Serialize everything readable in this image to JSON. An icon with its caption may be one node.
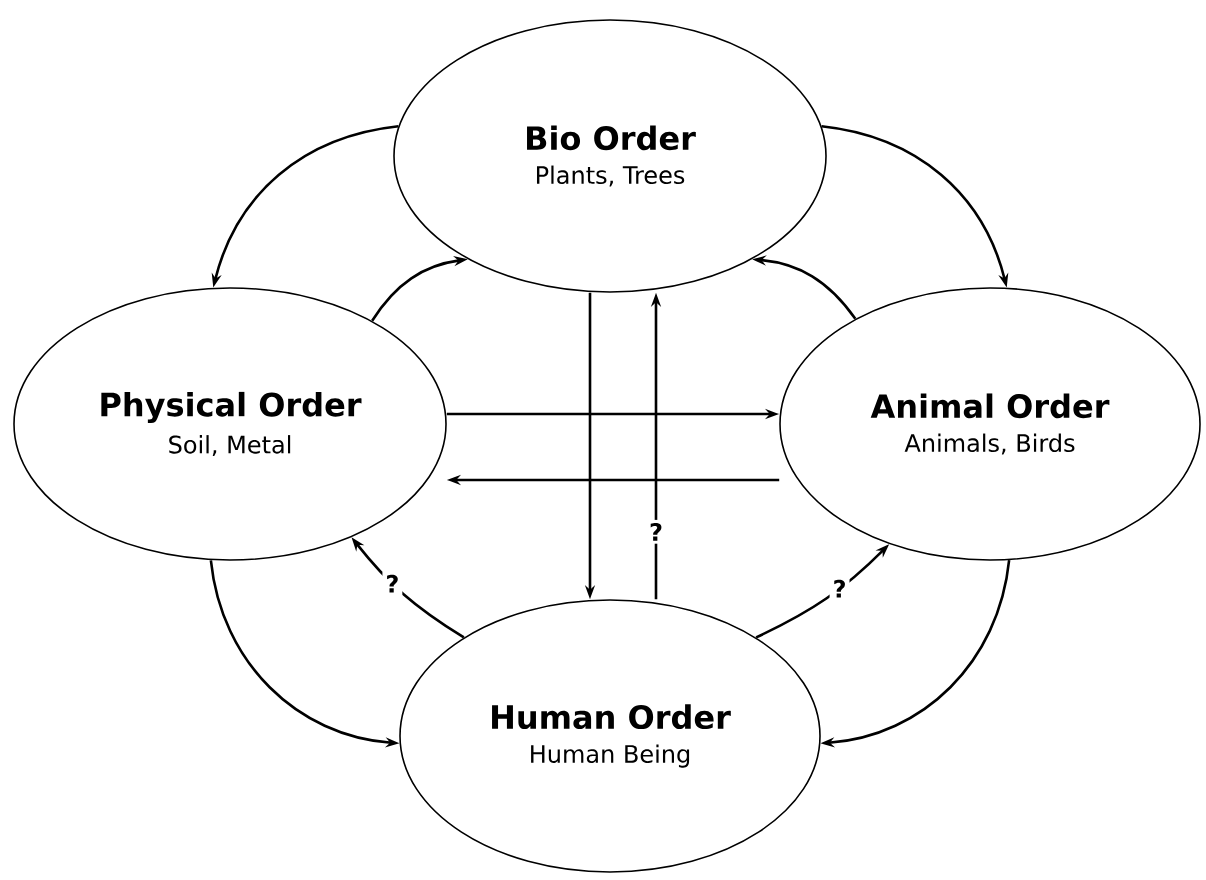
{
  "diagram": {
    "nodes": [
      {
        "text": [
          "Bio Order",
          "Plants, Trees"
        ]
      },
      {
        "text": [
          "Physical Order",
          "Soil, Metal"
        ]
      },
      {
        "text": [
          "Animal Order",
          "Animals, Birds"
        ]
      },
      {
        "text": [
          "Human Order",
          "Human Being"
        ]
      }
    ],
    "edges": [
      {
        "from": 0,
        "to": 1,
        "arrow": "to"
      },
      {
        "from": 1,
        "to": 0,
        "arrow": "to"
      },
      {
        "from": 0,
        "to": 2,
        "arrow": "to"
      },
      {
        "from": 2,
        "to": 0,
        "arrow": "to"
      },
      {
        "from": 1,
        "to": 2,
        "arrow": "to"
      },
      {
        "from": 2,
        "to": 1,
        "arrow": "to"
      },
      {
        "from": 0,
        "to": 3,
        "arrow": "to"
      },
      {
        "from": 3,
        "to": 0,
        "arrow": "to",
        "label": "?"
      },
      {
        "from": 1,
        "to": 3,
        "arrow": "to"
      },
      {
        "from": 3,
        "to": 1,
        "arrow": "to",
        "label": "?"
      },
      {
        "from": 2,
        "to": 3,
        "arrow": "to"
      },
      {
        "from": 3,
        "to": 2,
        "arrow": "to",
        "label": "?"
      }
    ]
  }
}
